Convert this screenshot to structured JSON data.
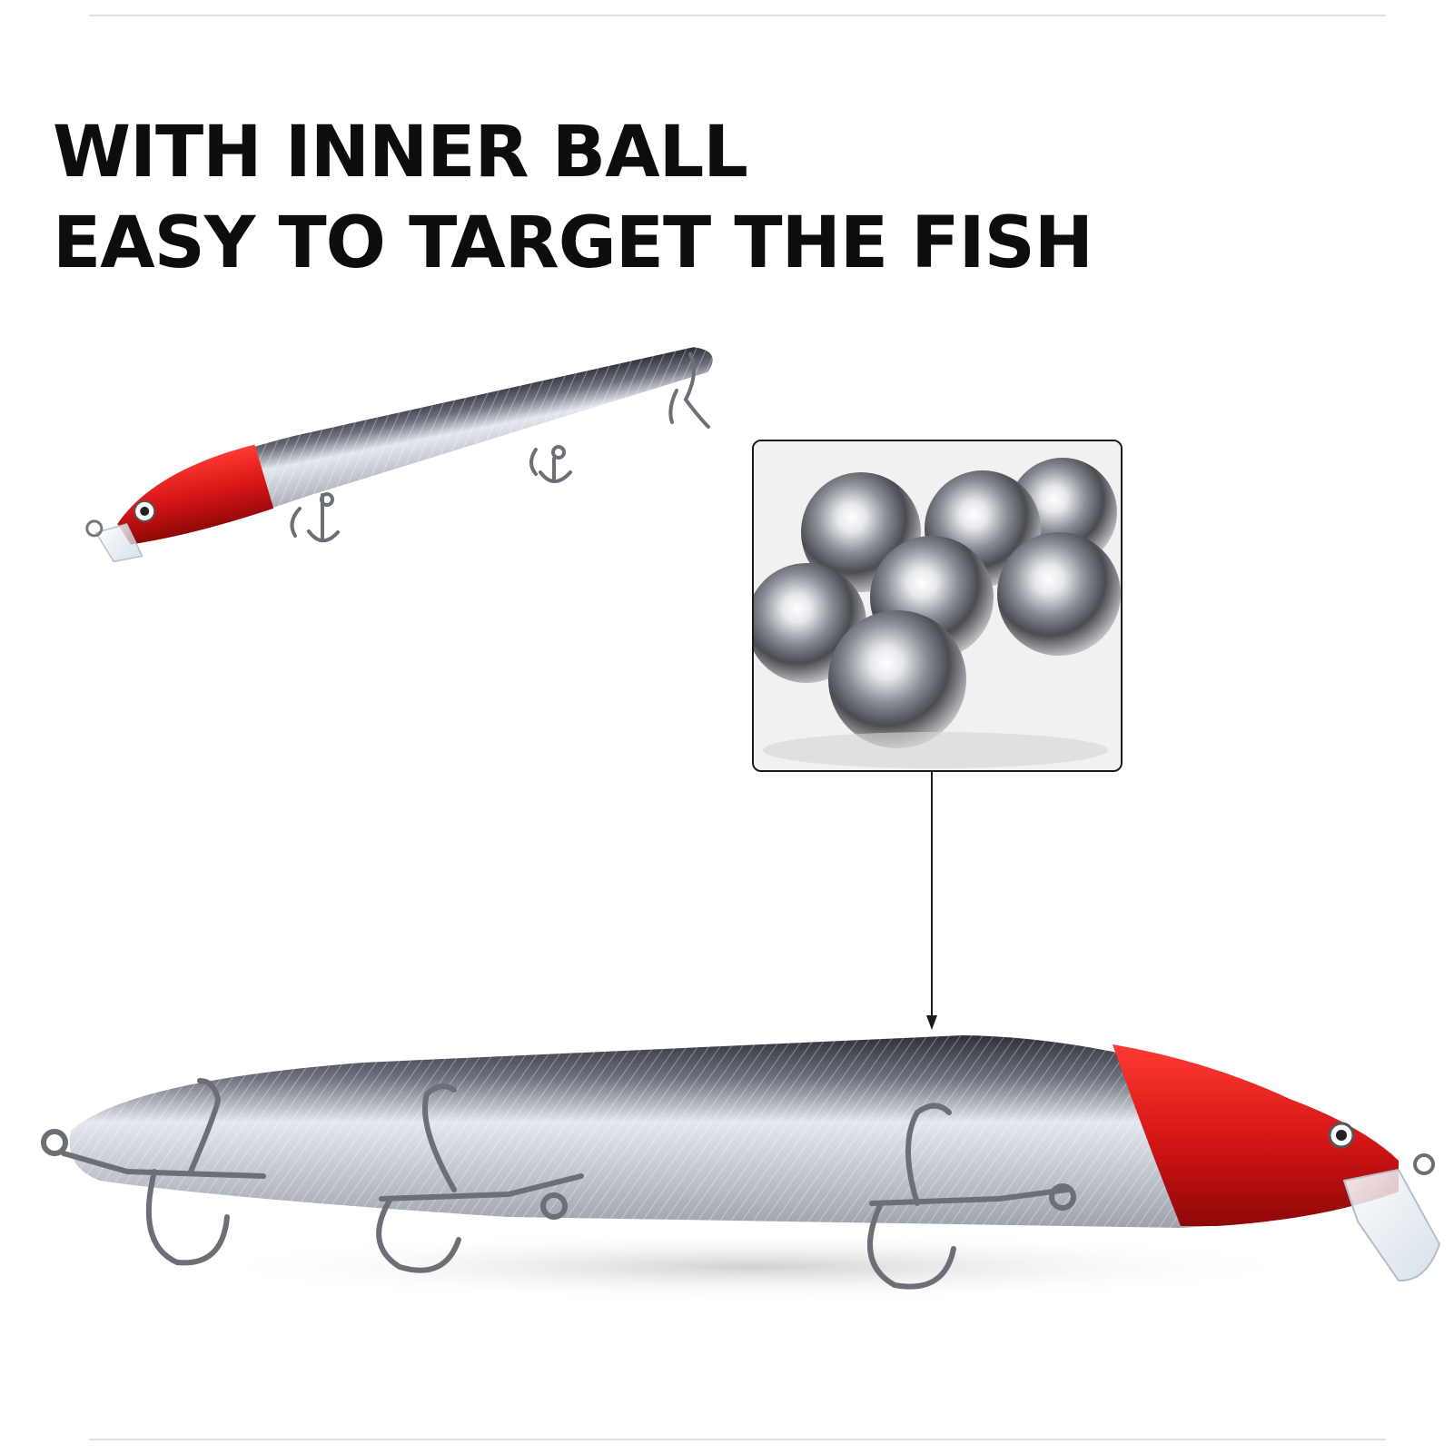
{
  "headline": {
    "line1": "WITH INNER BALL",
    "line2": "EASY TO TARGET THE FISH"
  },
  "colors": {
    "text": "#0d0d0d",
    "lure_head": "#d01818",
    "lure_body": "#c9ccd4",
    "lure_back": "#3c3f48",
    "callout_line": "#1a1a1a"
  },
  "images": {
    "small_lure": "minnow-lure-red-head-small",
    "inner_balls": "steel-ball-bearings",
    "large_lure": "minnow-lure-red-head-large"
  }
}
